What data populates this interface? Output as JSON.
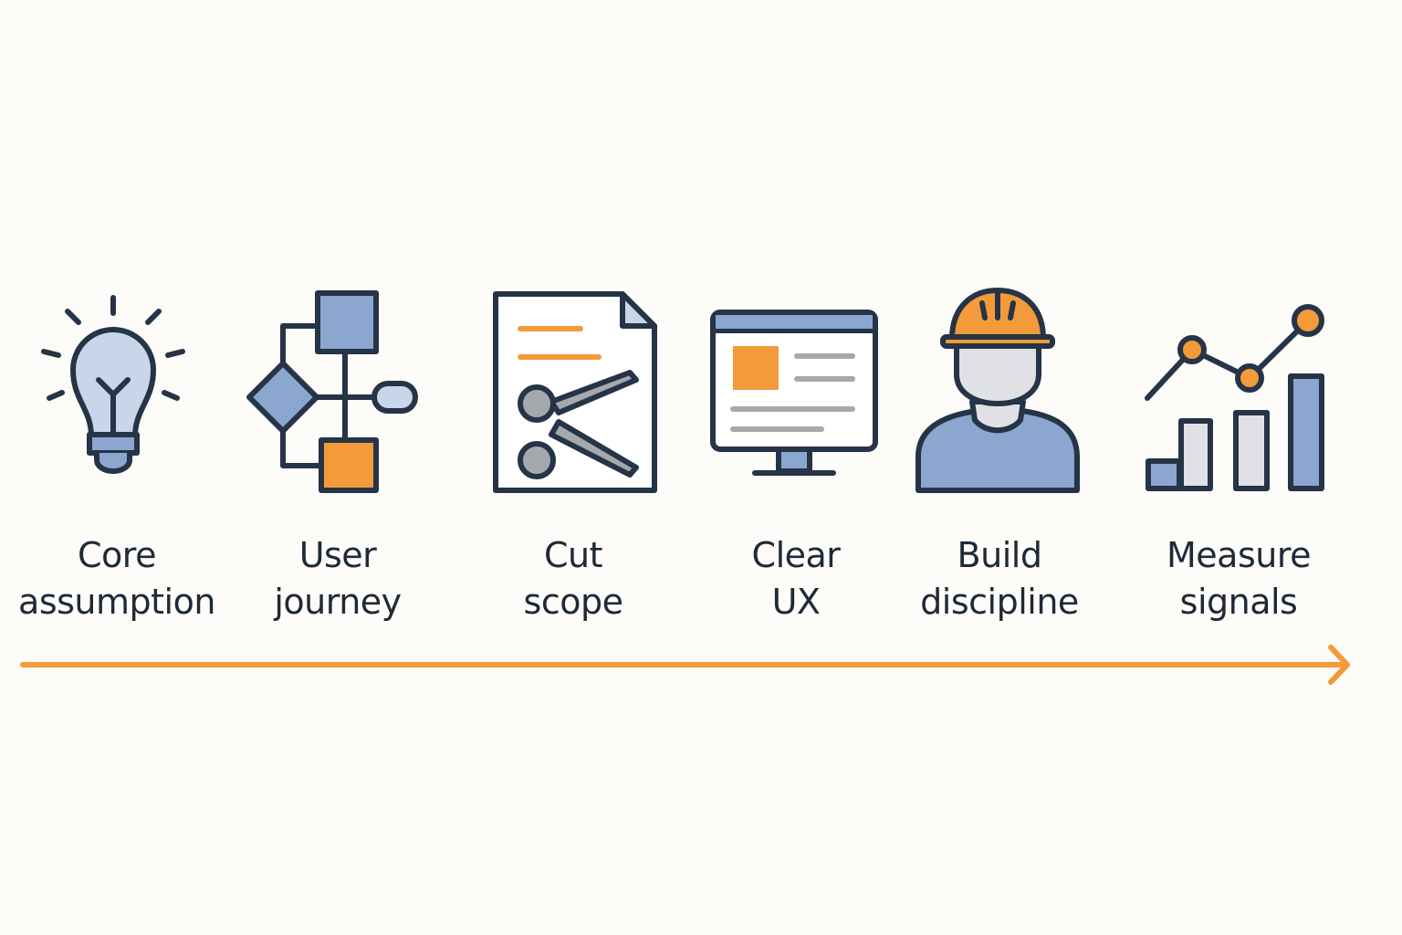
{
  "colors": {
    "background": "#fdfcf8",
    "outline": "#253446",
    "blue": "#8ba6cf",
    "light_blue": "#c9d5e8",
    "orange": "#f39a3a",
    "gray": "#a5a9ae",
    "light_gray": "#dfe1e4"
  },
  "timeline": {
    "arrow_color": "#f39a3a",
    "direction": "left-to-right"
  },
  "steps": [
    {
      "icon": "lightbulb-icon",
      "line1": "Core",
      "line2": "assumption"
    },
    {
      "icon": "flowchart-icon",
      "line1": "User",
      "line2": "journey"
    },
    {
      "icon": "document-scissors-icon",
      "line1": "Cut",
      "line2": "scope"
    },
    {
      "icon": "monitor-ui-icon",
      "line1": "Clear",
      "line2": "UX"
    },
    {
      "icon": "construction-worker-icon",
      "line1": "Build",
      "line2": "discipline"
    },
    {
      "icon": "chart-growth-icon",
      "line1": "Measure",
      "line2": "signals"
    }
  ]
}
